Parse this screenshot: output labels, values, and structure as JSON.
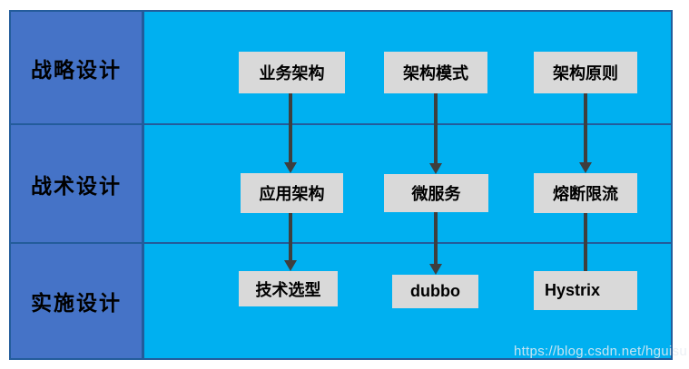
{
  "sidebar": {
    "rows": [
      {
        "label": "战略设计"
      },
      {
        "label": "战术设计"
      },
      {
        "label": "实施设计"
      }
    ]
  },
  "boxes": {
    "business": {
      "label": "业务架构"
    },
    "pattern": {
      "label": "架构模式"
    },
    "principle": {
      "label": "架构原则"
    },
    "application": {
      "label": "应用架构"
    },
    "microservice": {
      "label": "微服务"
    },
    "circuit_breaker": {
      "label": "熔断限流"
    },
    "tech_selection": {
      "label": "技术选型"
    },
    "dubbo": {
      "label": "dubbo"
    },
    "hystrix": {
      "label": "Hystrix"
    }
  },
  "edges": [
    {
      "from": "业务架构",
      "to": "应用架构"
    },
    {
      "from": "架构模式",
      "to": "微服务"
    },
    {
      "from": "架构原则",
      "to": "熔断限流"
    },
    {
      "from": "应用架构",
      "to": "技术选型"
    },
    {
      "from": "微服务",
      "to": "dubbo"
    },
    {
      "from": "熔断限流",
      "to": "Hystrix"
    }
  ],
  "watermark": "https://blog.csdn.net/hguisu",
  "colors": {
    "sidebar_fill": "#4573C7",
    "canvas_fill": "#00B0F0",
    "table_border": "#235C9B",
    "box_fill": "#D9D9D9",
    "arrow": "#3E3E3E",
    "text": "#000000",
    "watermark_text": "#E9EEF3"
  }
}
